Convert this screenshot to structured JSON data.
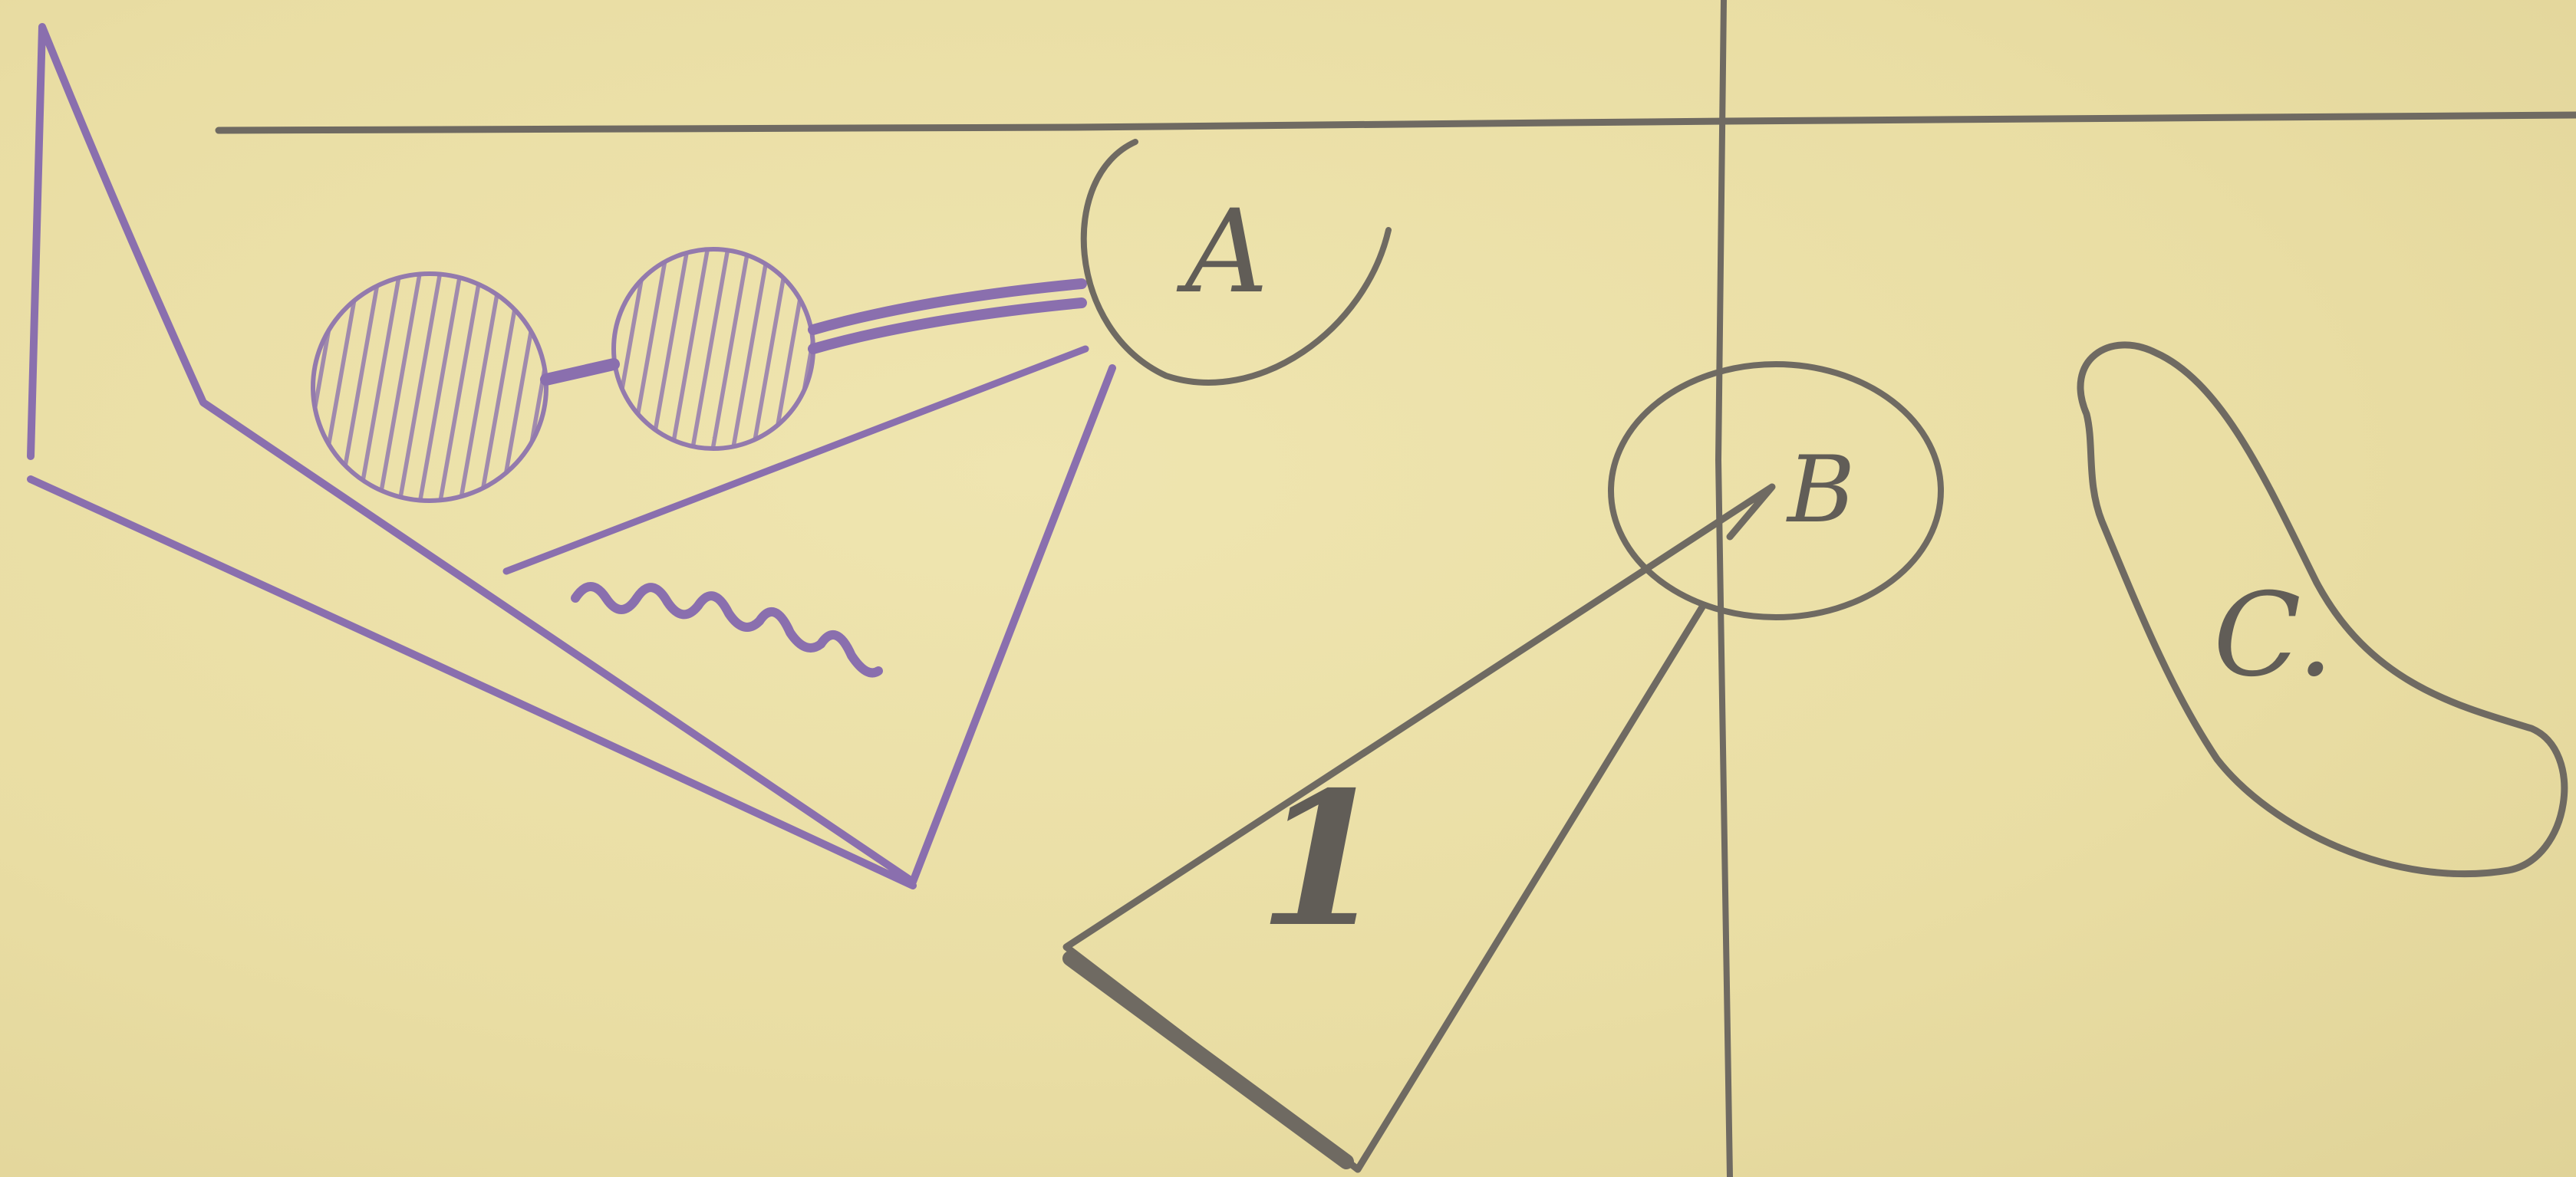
{
  "labels": {
    "a": "A",
    "b": "B",
    "c": "C.",
    "one": "1"
  },
  "colors": {
    "paper": "#ebe0a8",
    "pencil": "#6f6a62",
    "violet_crayon": "#8a6fae"
  }
}
